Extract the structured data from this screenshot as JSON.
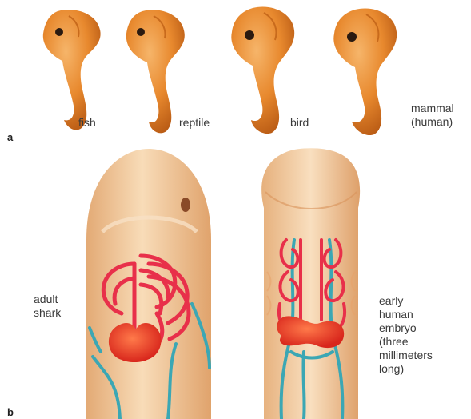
{
  "panels": {
    "a": "a",
    "b": "b"
  },
  "embryos": [
    {
      "label": "fish"
    },
    {
      "label": "reptile"
    },
    {
      "label": "bird"
    },
    {
      "label": "mammal\n(human)"
    }
  ],
  "shark": {
    "label": "adult\nshark"
  },
  "human_embryo": {
    "label": "early\nhuman\nembryo\n(three\nmillimeters\nlong)"
  },
  "colors": {
    "embryo_orange": "#e8892e",
    "skin": "#f1c79a",
    "artery": "#e8304a",
    "vein": "#3ba7b4"
  }
}
